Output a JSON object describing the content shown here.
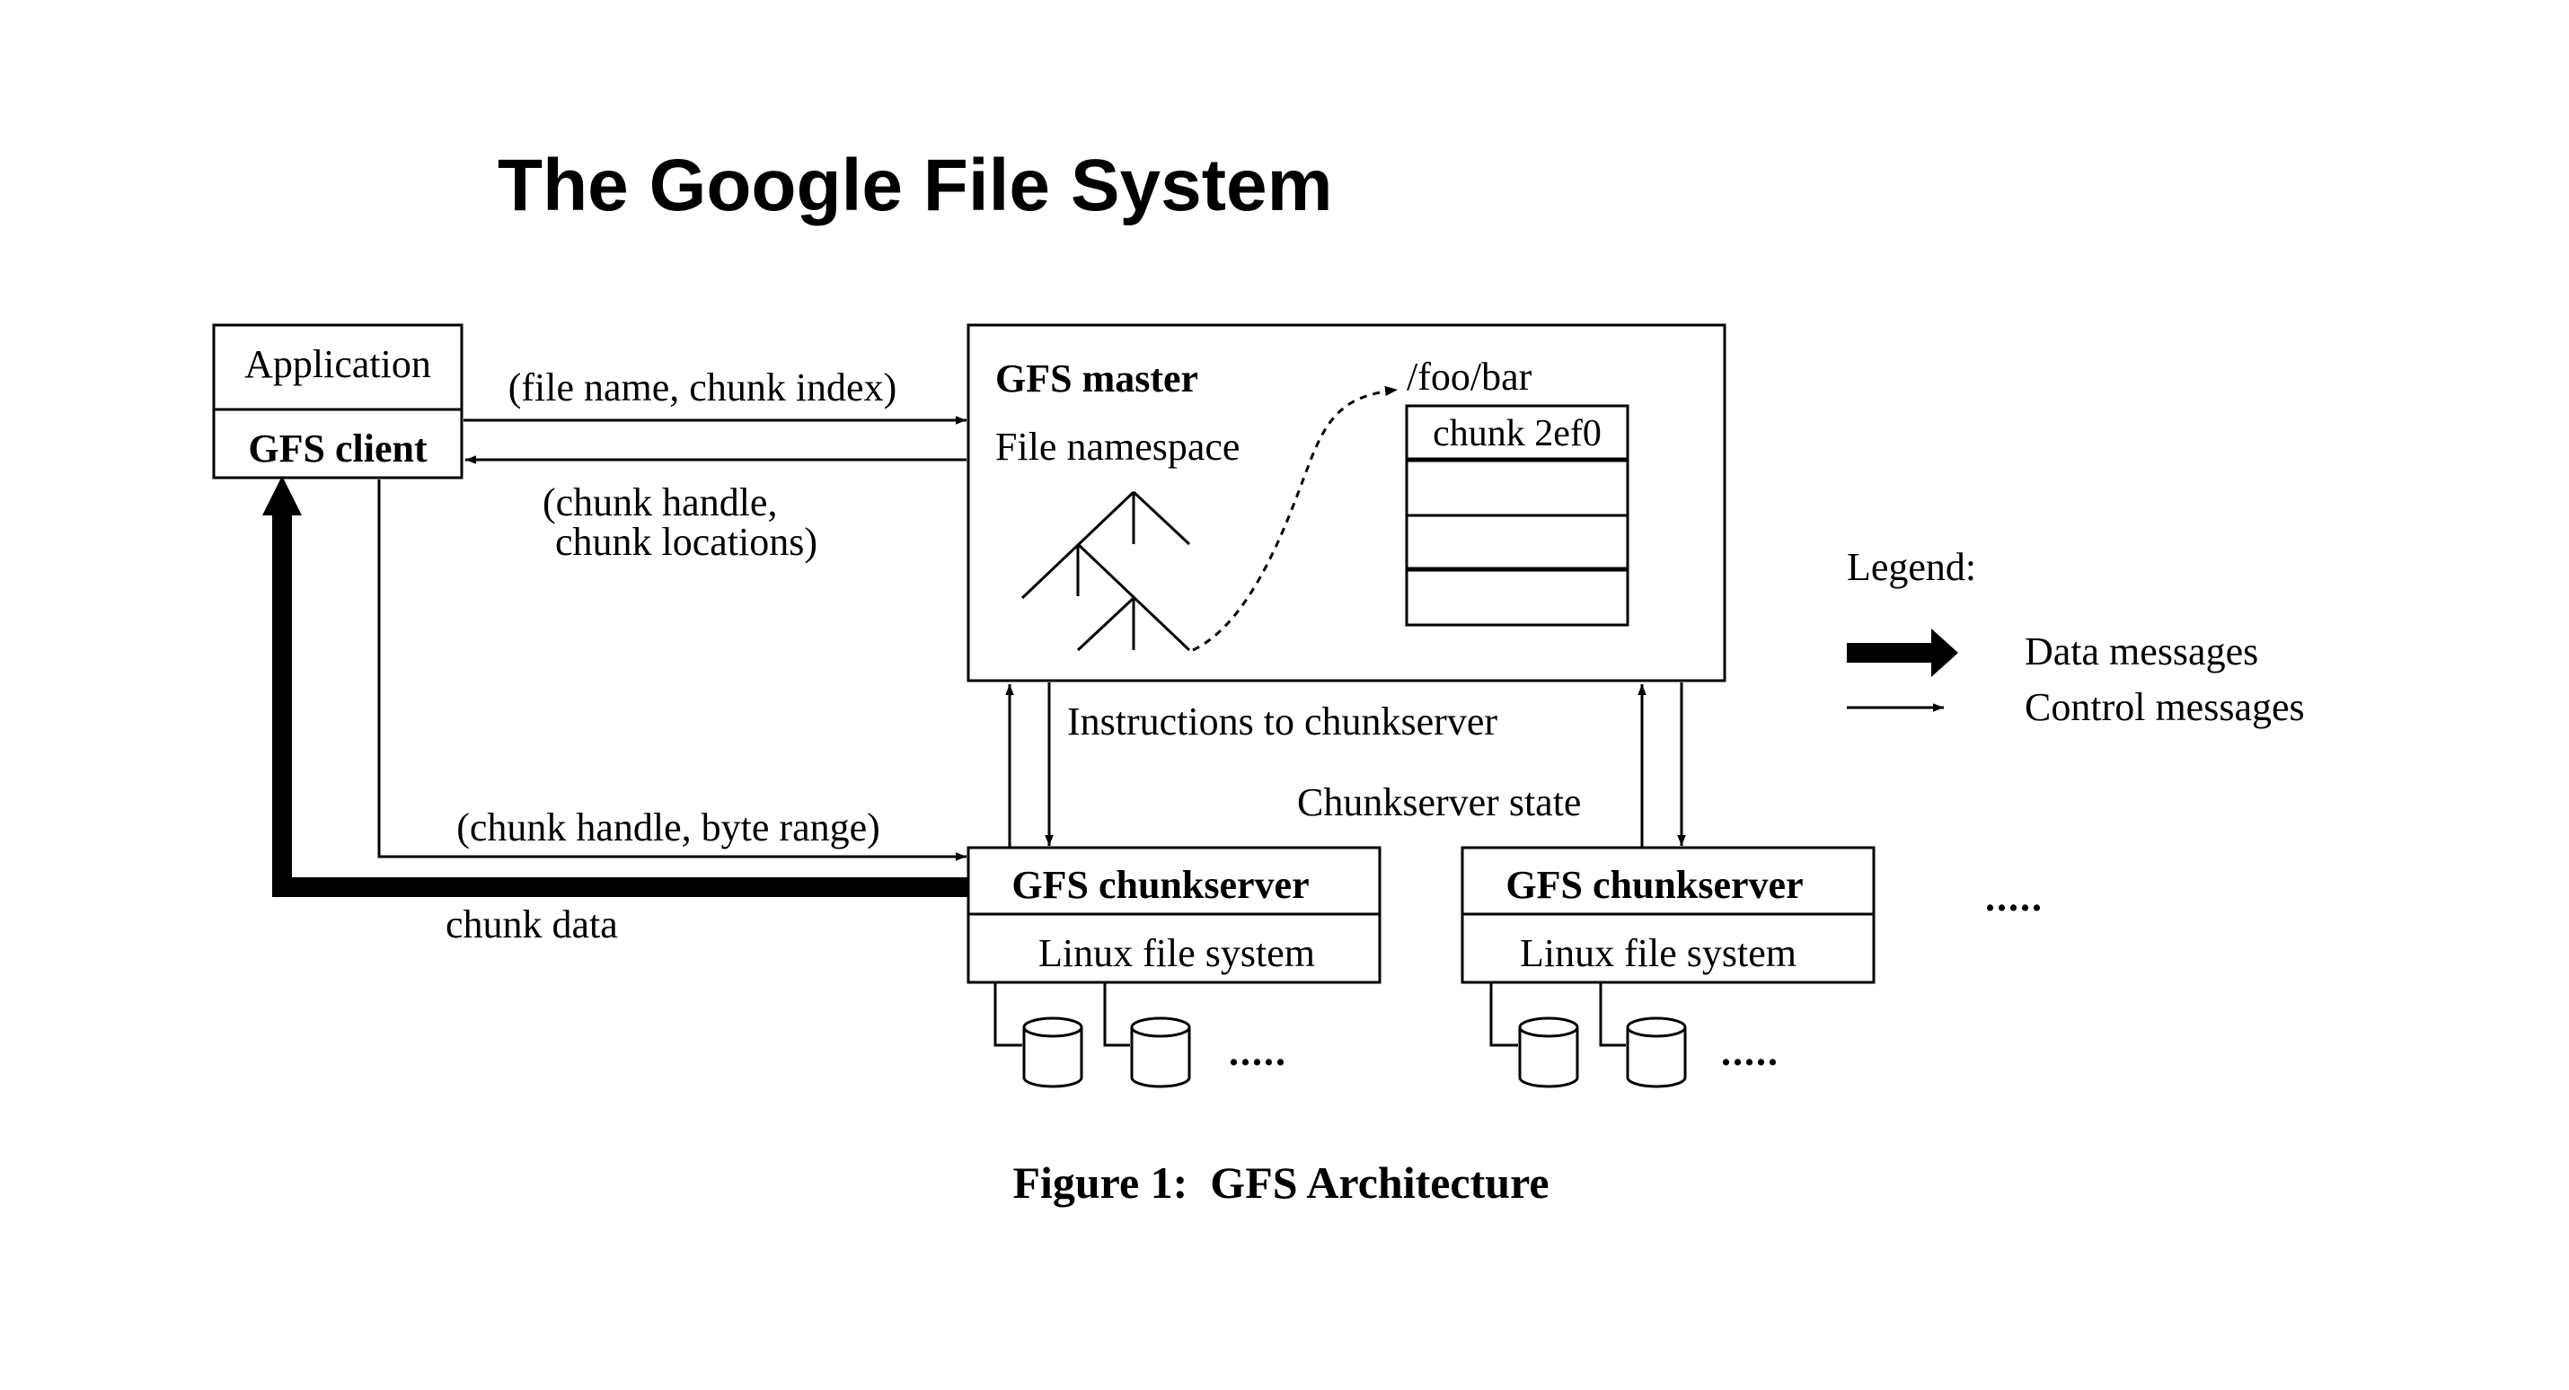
{
  "header": {
    "title": "The Google File System"
  },
  "client": {
    "application_label": "Application",
    "client_label": "GFS client"
  },
  "master": {
    "title": "GFS master",
    "namespace_label": "File namespace",
    "path_label": "/foo/bar",
    "chunk_label": "chunk 2ef0"
  },
  "messages": {
    "request_label": "(file name, chunk index)",
    "reply_line1": "(chunk handle,",
    "reply_line2": "chunk locations)",
    "data_request_label": "(chunk handle, byte range)",
    "chunk_data_label": "chunk data",
    "instructions_label": "Instructions to chunkserver",
    "state_label": "Chunkserver state"
  },
  "chunkservers": [
    {
      "title": "GFS chunkserver",
      "fs_label": "Linux file system",
      "ellipsis": "....."
    },
    {
      "title": "GFS chunkserver",
      "fs_label": "Linux file system",
      "ellipsis": "....."
    }
  ],
  "more_servers": ".....",
  "legend": {
    "title": "Legend:",
    "data_label": "Data messages",
    "control_label": "Control messages"
  },
  "caption": "Figure 1:  GFS Architecture"
}
